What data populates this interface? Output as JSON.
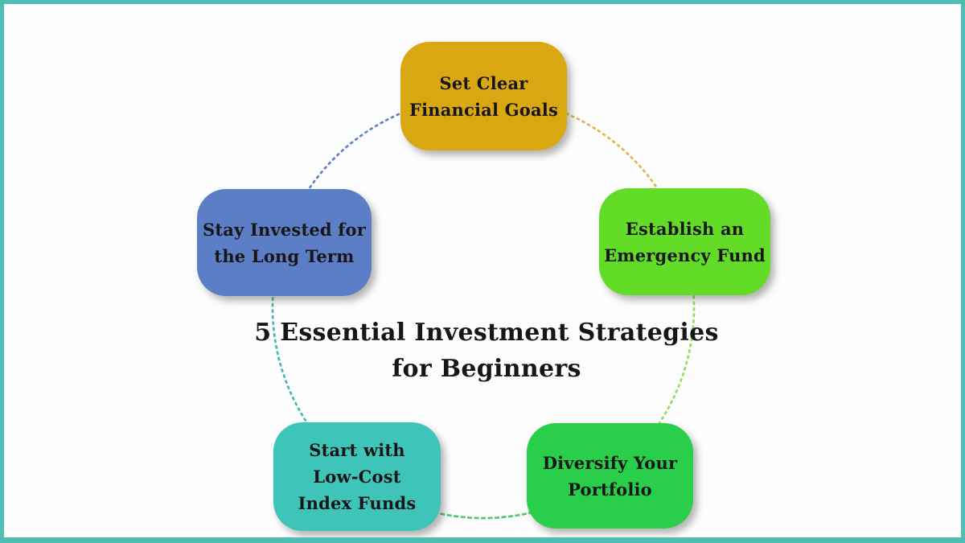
{
  "meta": {
    "background": "#fdfdfd",
    "frame_color": "#4cbfb2",
    "text_color": "#161616"
  },
  "title": {
    "lines": [
      "5 Essential Investment Strategies",
      "for Beginners"
    ]
  },
  "diagram": {
    "nodes": [
      {
        "id": "set-clear-financial-goals",
        "lines": [
          "Set Clear",
          "Financial Goals"
        ],
        "fill": "#d9a712"
      },
      {
        "id": "establish-an-emergency-fund",
        "lines": [
          "Establish an",
          "Emergency Fund"
        ],
        "fill": "#63dc28"
      },
      {
        "id": "diversify-your-portfolio",
        "lines": [
          "Diversify Your",
          "Portfolio"
        ],
        "fill": "#29ce4b"
      },
      {
        "id": "start-with-low-cost-index-funds",
        "lines": [
          "Start with",
          "Low-Cost",
          "Index Funds"
        ],
        "fill": "#3fc4ba"
      },
      {
        "id": "stay-invested-for-the-long-term",
        "lines": [
          "Stay Invested for",
          "the Long Term"
        ],
        "fill": "#5b7ec6"
      }
    ],
    "segments": [
      {
        "from": "set-clear-financial-goals",
        "to": "establish-an-emergency-fund",
        "color": "#e2b445"
      },
      {
        "from": "establish-an-emergency-fund",
        "to": "diversify-your-portfolio",
        "color": "#93db5e"
      },
      {
        "from": "diversify-your-portfolio",
        "to": "start-with-low-cost-index-funds",
        "color": "#4cc96e"
      },
      {
        "from": "start-with-low-cost-index-funds",
        "to": "stay-invested-for-the-long-term",
        "color": "#3cbcb1"
      },
      {
        "from": "stay-invested-for-the-long-term",
        "to": "set-clear-financial-goals",
        "color": "#5c80c2"
      }
    ]
  }
}
